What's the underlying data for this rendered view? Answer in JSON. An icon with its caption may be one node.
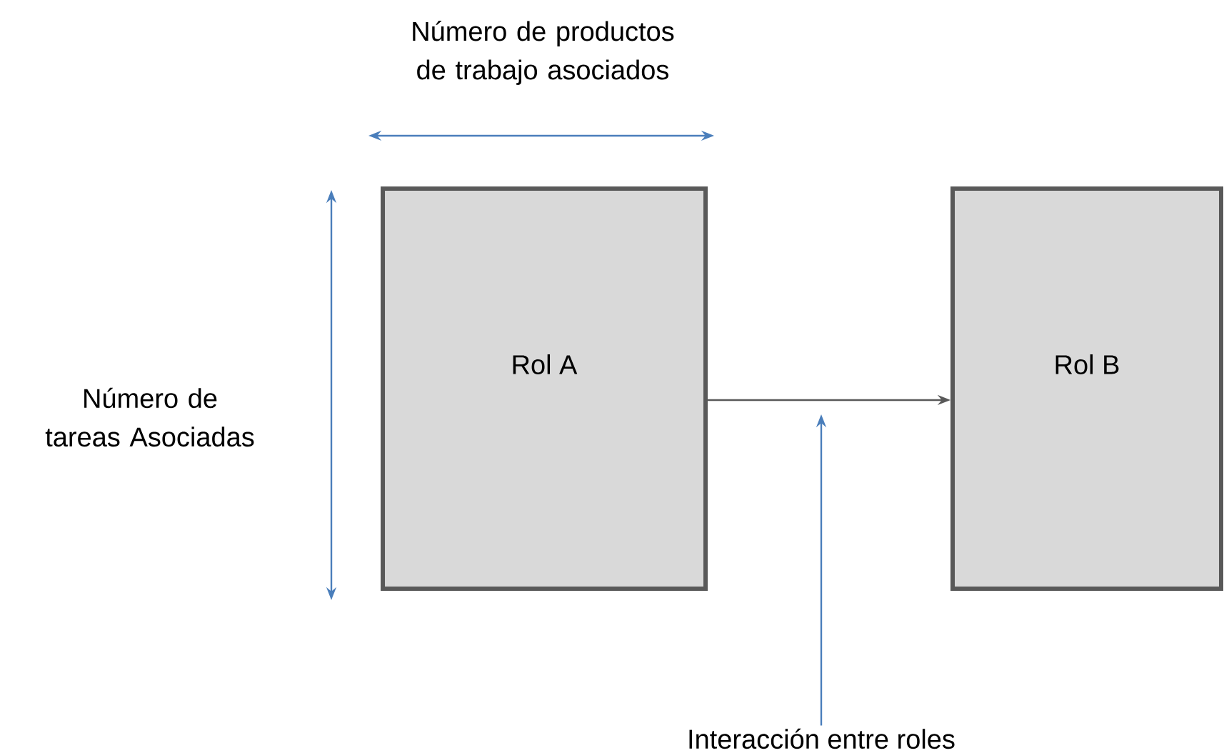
{
  "diagram": {
    "nodes": [
      {
        "text": [
          "Rol A"
        ]
      },
      {
        "text": [
          "Rol B"
        ]
      },
      {
        "text": [
          "Interacción entre roles"
        ]
      }
    ],
    "edges": [
      {
        "from": 0,
        "to": 1,
        "arrow": "to"
      },
      {
        "from": 2,
        "to": null,
        "arrow": "to",
        "color": "#4a7ebb"
      }
    ],
    "labels": [
      "Número de productos de trabajo asociados",
      "Número de tareas Asociadas"
    ]
  }
}
